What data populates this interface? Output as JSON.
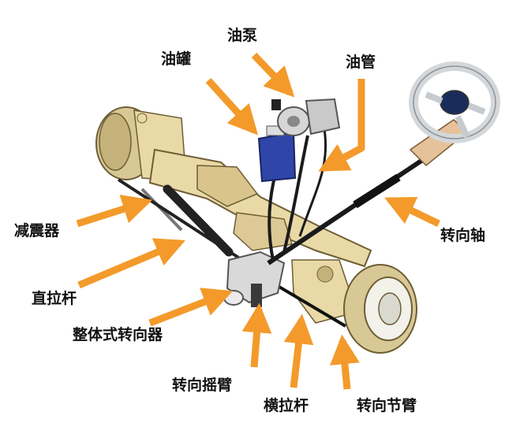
{
  "labels": {
    "oil_tank": "油罐",
    "oil_pump": "油泵",
    "oil_pipe": "油管",
    "shock_absorber": "减震器",
    "drag_link": "直拉杆",
    "integral_steering_gear": "整体式转向器",
    "steering_shaft": "转向轴",
    "pitman_arm": "转向摇臂",
    "tie_rod": "横拉杆",
    "steering_knuckle_arm": "转向节臂"
  },
  "colors": {
    "arrow": "#f39a2b",
    "axle_body": "#e8d9a6",
    "axle_shade": "#b79d5e",
    "steel": "#9aa3ab",
    "tank": "#2f46a8",
    "hose": "#1b1b1b",
    "wheel_rim": "#f2f2ea",
    "steering_wheel": "#d4d7da"
  }
}
